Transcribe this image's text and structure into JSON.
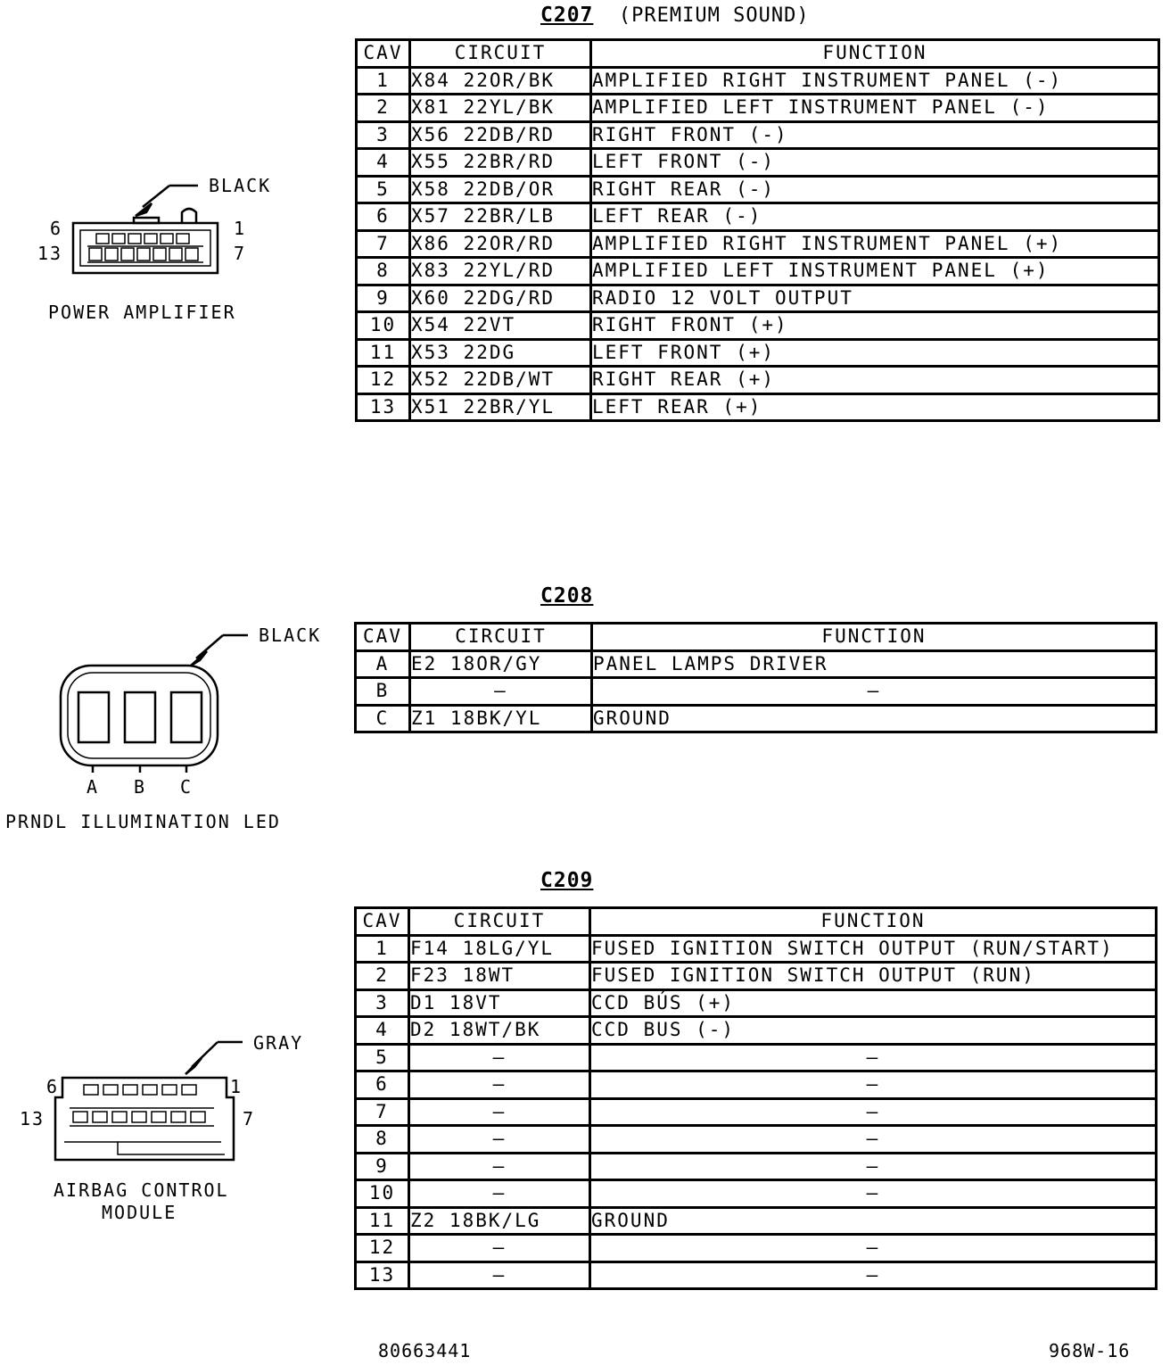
{
  "c207": {
    "id": "C207",
    "subtitle": "(PREMIUM SOUND)",
    "headers": {
      "cav": "CAV",
      "circuit": "CIRCUIT",
      "function": "FUNCTION"
    },
    "rows": [
      {
        "cav": "1",
        "circuit": "X84 22OR/BK",
        "function": "AMPLIFIED RIGHT INSTRUMENT PANEL (-)"
      },
      {
        "cav": "2",
        "circuit": "X81 22YL/BK",
        "function": "AMPLIFIED LEFT INSTRUMENT PANEL (-)"
      },
      {
        "cav": "3",
        "circuit": "X56 22DB/RD",
        "function": "RIGHT FRONT (-)"
      },
      {
        "cav": "4",
        "circuit": "X55 22BR/RD",
        "function": "LEFT FRONT (-)"
      },
      {
        "cav": "5",
        "circuit": "X58 22DB/OR",
        "function": "RIGHT REAR (-)"
      },
      {
        "cav": "6",
        "circuit": "X57 22BR/LB",
        "function": "LEFT REAR (-)"
      },
      {
        "cav": "7",
        "circuit": "X86 22OR/RD",
        "function": "AMPLIFIED RIGHT INSTRUMENT PANEL (+)"
      },
      {
        "cav": "8",
        "circuit": "X83 22YL/RD",
        "function": "AMPLIFIED LEFT INSTRUMENT PANEL (+)"
      },
      {
        "cav": "9",
        "circuit": "X60 22DG/RD",
        "function": "RADIO 12 VOLT OUTPUT"
      },
      {
        "cav": "10",
        "circuit": "X54 22VT",
        "function": "RIGHT FRONT (+)"
      },
      {
        "cav": "11",
        "circuit": "X53 22DG",
        "function": "LEFT FRONT (+)"
      },
      {
        "cav": "12",
        "circuit": "X52 22DB/WT",
        "function": "RIGHT REAR (+)"
      },
      {
        "cav": "13",
        "circuit": "X51 22BR/YL",
        "function": "LEFT REAR (+)"
      }
    ],
    "connector": {
      "color": "BLACK",
      "name": "POWER AMPLIFIER",
      "pin_top_left": "6",
      "pin_top_right": "1",
      "pin_bottom_left": "13",
      "pin_bottom_right": "7"
    }
  },
  "c208": {
    "id": "C208",
    "headers": {
      "cav": "CAV",
      "circuit": "CIRCUIT",
      "function": "FUNCTION"
    },
    "rows": [
      {
        "cav": "A",
        "circuit": "E2 18OR/GY",
        "function": "PANEL LAMPS DRIVER"
      },
      {
        "cav": "B",
        "circuit": "–",
        "function": "–"
      },
      {
        "cav": "C",
        "circuit": "Z1 18BK/YL",
        "function": "GROUND"
      }
    ],
    "connector": {
      "color": "BLACK",
      "name": "PRNDL ILLUMINATION LED",
      "pin_a": "A",
      "pin_b": "B",
      "pin_c": "C"
    }
  },
  "c209": {
    "id": "C209",
    "headers": {
      "cav": "CAV",
      "circuit": "CIRCUIT",
      "function": "FUNCTION"
    },
    "rows": [
      {
        "cav": "1",
        "circuit": "F14 18LG/YL",
        "function": "FUSED IGNITION SWITCH OUTPUT (RUN/START)"
      },
      {
        "cav": "2",
        "circuit": "F23 18WT",
        "function": "FUSED IGNITION SWITCH OUTPUT (RUN)"
      },
      {
        "cav": "3",
        "circuit": "D1 18VT",
        "function": "CCD BÚS (+)"
      },
      {
        "cav": "4",
        "circuit": "D2 18WT/BK",
        "function": "CCD BUS (-)"
      },
      {
        "cav": "5",
        "circuit": "–",
        "function": "–"
      },
      {
        "cav": "6",
        "circuit": "–",
        "function": "–"
      },
      {
        "cav": "7",
        "circuit": "–",
        "function": "–"
      },
      {
        "cav": "8",
        "circuit": "–",
        "function": "–"
      },
      {
        "cav": "9",
        "circuit": "–",
        "function": "–"
      },
      {
        "cav": "10",
        "circuit": "–",
        "function": "–"
      },
      {
        "cav": "11",
        "circuit": "Z2 18BK/LG",
        "function": "GROUND"
      },
      {
        "cav": "12",
        "circuit": "–",
        "function": "–"
      },
      {
        "cav": "13",
        "circuit": "–",
        "function": "–"
      }
    ],
    "connector": {
      "color": "GRAY",
      "name_line1": "AIRBAG CONTROL",
      "name_line2": "MODULE",
      "pin_top_left": "6",
      "pin_top_right": "1",
      "pin_bottom_left": "13",
      "pin_bottom_right": "7"
    }
  },
  "footer": {
    "left_code": "80663441",
    "right_code": "968W-16"
  }
}
